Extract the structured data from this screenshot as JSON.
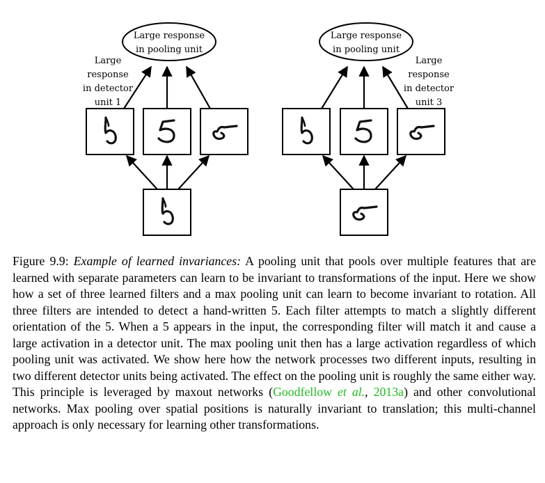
{
  "diagram": {
    "pool_label_line1": "Large response",
    "pool_label_line2": "in pooling unit",
    "detector1_label": [
      "Large",
      "response",
      "in detector",
      "unit 1"
    ],
    "detector3_label": [
      "Large",
      "response",
      "in detector",
      "unit 3"
    ]
  },
  "caption": {
    "number": "Figure 9.9:",
    "title": "Example of learned invariances:",
    "body": " A pooling unit that pools over multiple features that are learned with separate parameters can learn to be invariant to transformations of the input. Here we show how a set of three learned filters and a max pooling unit can learn to become invariant to rotation. All three filters are intended to detect a hand-written 5. Each filter attempts to match a slightly different orientation of the 5. When a 5 appears in the input, the corresponding filter will match it and cause a large activation in a detector unit. The max pooling unit then has a large activation regardless of which pooling unit was activated. We show here how the network processes two different inputs, resulting in two different detector units being activated. The effect on the pooling unit is roughly the same either way. This principle is leveraged by maxout networks (",
    "cite_author": "Goodfellow ",
    "cite_etal": "et al.",
    "cite_sep": ", ",
    "cite_year": "2013a",
    "body_end": ") and other convolutional networks. Max pooling over spatial positions is naturally invariant to translation; this multi-channel approach is only necessary for learning other transformations."
  }
}
